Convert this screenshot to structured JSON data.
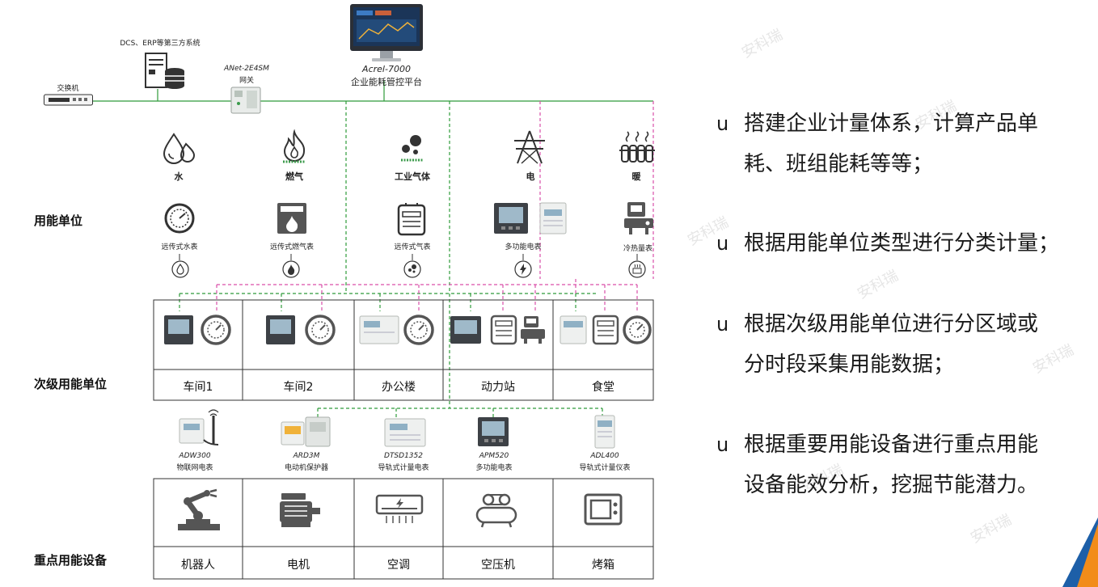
{
  "header": {
    "third_party": "DCS、ERP等第三方系统",
    "switch": "交换机",
    "gateway_model": "ANet-2E4SM",
    "gateway_name": "网关",
    "platform_model": "Acrel-7000",
    "platform_name": "企业能耗管控平台"
  },
  "energy_types": [
    {
      "label": "水",
      "icon": "water-drops-icon"
    },
    {
      "label": "燃气",
      "icon": "flame-icon"
    },
    {
      "label": "工业气体",
      "icon": "gas-bubbles-icon"
    },
    {
      "label": "电",
      "icon": "power-tower-icon"
    },
    {
      "label": "暖",
      "icon": "radiator-icon"
    }
  ],
  "meters": [
    {
      "label": "远传式水表",
      "icon": "water-meter-icon"
    },
    {
      "label": "远传式燃气表",
      "icon": "gas-meter-icon"
    },
    {
      "label": "远传式气表",
      "icon": "air-meter-icon"
    },
    {
      "label": "多功能电表",
      "icon": "multifunction-meter-icon"
    },
    {
      "label": "冷热量表",
      "icon": "heat-meter-icon"
    }
  ],
  "rows": {
    "energy_unit": "用能单位",
    "sub_unit": "次级用能单位",
    "key_equipment": "重点用能设备"
  },
  "sub_units": [
    "车间1",
    "车间2",
    "办公楼",
    "动力站",
    "食堂"
  ],
  "devices": [
    {
      "model": "ADW300",
      "desc": "物联网电表"
    },
    {
      "model": "ARD3M",
      "desc": "电动机保护器"
    },
    {
      "model": "DTSD1352",
      "desc": "导轨式计量电表"
    },
    {
      "model": "APM520",
      "desc": "多功能电表"
    },
    {
      "model": "ADL400",
      "desc": "导轨式计量仪表"
    }
  ],
  "equipment": [
    {
      "label": "机器人",
      "icon": "robot-arm-icon"
    },
    {
      "label": "电机",
      "icon": "motor-icon"
    },
    {
      "label": "空调",
      "icon": "air-conditioner-icon"
    },
    {
      "label": "空压机",
      "icon": "air-compressor-icon"
    },
    {
      "label": "烤箱",
      "icon": "oven-icon"
    }
  ],
  "bullets": [
    {
      "marker": "u",
      "lines": [
        "搭建企业计量体系，计算产品单",
        "耗、班组能耗等等；"
      ]
    },
    {
      "marker": "u",
      "lines": [
        "根据用能单位类型进行分类计量；"
      ]
    },
    {
      "marker": "u",
      "lines": [
        "根据次级用能单位进行分区域或",
        "分时段采集用能数据；"
      ]
    },
    {
      "marker": "u",
      "lines": [
        "根据重要用能设备进行重点用能",
        "设备能效分析，挖掘节能潜力。"
      ]
    }
  ],
  "watermark": "安科瑞",
  "colors": {
    "green_line": "#2e9b3a",
    "pink_line": "#d94fa9",
    "icon_gray": "#555555",
    "accent_orange": "#f28c1a",
    "accent_blue": "#1d5fa8"
  }
}
